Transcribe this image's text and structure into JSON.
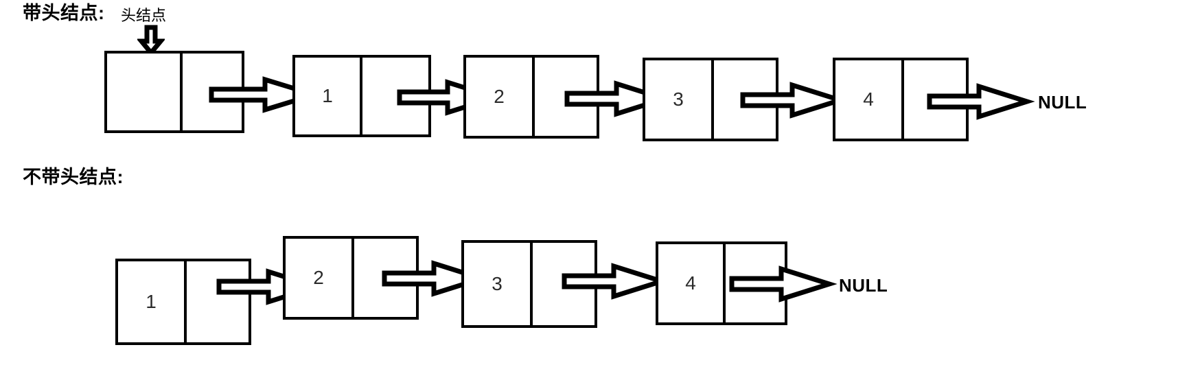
{
  "diagram": {
    "title_row1": "带头结点:",
    "title_row2": "不带头结点:",
    "head_node_annotation": "头结点",
    "null_label": "NULL",
    "colors": {
      "stroke": "#000000",
      "background": "#ffffff",
      "value_text": "#2b2b2b"
    }
  },
  "lists": [
    {
      "name": "with-head-node",
      "label": "带头结点:",
      "annotation": "头结点",
      "terminator": "NULL",
      "nodes": [
        {
          "value": "",
          "is_head_sentinel": true
        },
        {
          "value": "1",
          "is_head_sentinel": false
        },
        {
          "value": "2",
          "is_head_sentinel": false
        },
        {
          "value": "3",
          "is_head_sentinel": false
        },
        {
          "value": "4",
          "is_head_sentinel": false
        }
      ]
    },
    {
      "name": "without-head-node",
      "label": "不带头结点:",
      "annotation": "",
      "terminator": "NULL",
      "nodes": [
        {
          "value": "1",
          "is_head_sentinel": false
        },
        {
          "value": "2",
          "is_head_sentinel": false
        },
        {
          "value": "3",
          "is_head_sentinel": false
        },
        {
          "value": "4",
          "is_head_sentinel": false
        }
      ]
    }
  ]
}
